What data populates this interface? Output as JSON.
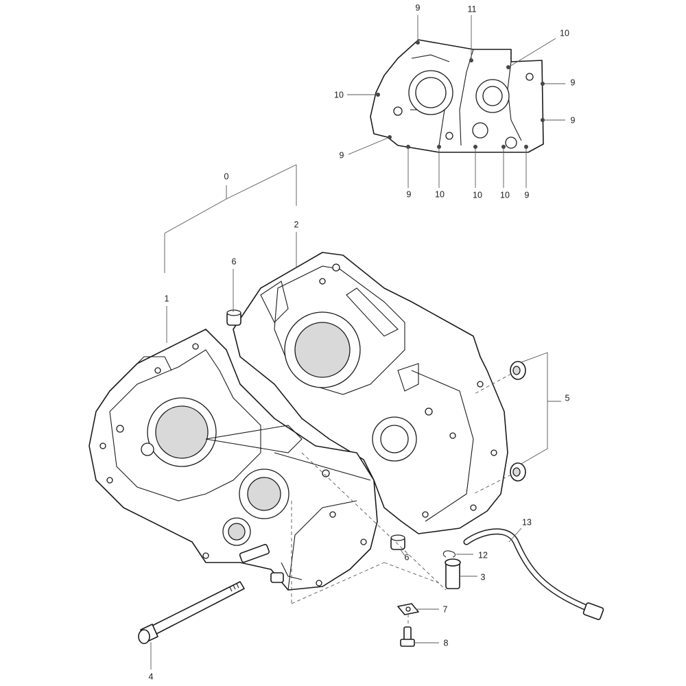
{
  "callouts": {
    "c0": "0",
    "c1": "1",
    "c2": "2",
    "c3": "3",
    "c4": "4",
    "c5": "5",
    "c6a": "6",
    "c6b": "6",
    "c7": "7",
    "c8": "8",
    "c12": "12",
    "c13": "13",
    "d9_top": "9",
    "d11_top": "11",
    "d10_top_right": "10",
    "d9_right_upper": "9",
    "d9_right_lower": "9",
    "d10_left": "10",
    "d9_left": "9",
    "d9_bottom_1": "9",
    "d10_bottom_1": "10",
    "d10_bottom_2": "10",
    "d10_bottom_3": "10",
    "d9_bottom_2": "9"
  },
  "colors": {
    "line": "#1a1a1a",
    "leader": "#555555",
    "background": "#ffffff"
  }
}
